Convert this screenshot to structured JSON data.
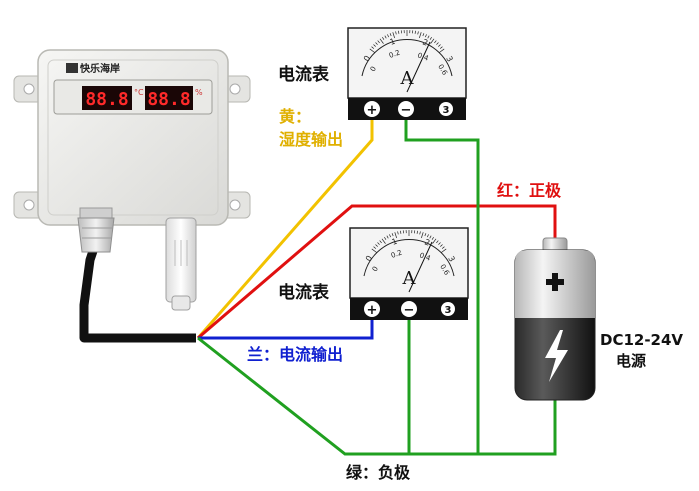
{
  "sensor": {
    "brand": "快乐海岸",
    "display_left": "88.8",
    "display_right": "88.8",
    "unit_left": "°C",
    "unit_right": "%"
  },
  "meter_top": {
    "label": "电流表",
    "unit": "A",
    "scale_major": [
      "0",
      "1",
      "2",
      "3"
    ],
    "scale_minor": [
      "0",
      "0.2",
      "0.4",
      "0.6"
    ],
    "terminals": [
      "+",
      "−",
      "3"
    ]
  },
  "meter_bottom": {
    "label": "电流表",
    "unit": "A",
    "scale_major": [
      "0",
      "1",
      "2",
      "3"
    ],
    "scale_minor": [
      "0",
      "0.2",
      "0.4",
      "0.6"
    ],
    "terminals": [
      "+",
      "−",
      "3"
    ]
  },
  "battery": {
    "label_line1": "DC12-24V",
    "label_line2": "电源"
  },
  "wire_labels": {
    "yellow_line1": "黄：",
    "yellow_line2": "湿度输出",
    "red": "红：正极",
    "blue": "兰：电流输出",
    "green": "绿：负极"
  },
  "colors": {
    "yellow": "#f2c200",
    "red": "#e01010",
    "blue": "#1020d0",
    "green": "#20a020",
    "yellow_text": "#e0b000",
    "red_text": "#e01010",
    "blue_text": "#1020d0"
  }
}
